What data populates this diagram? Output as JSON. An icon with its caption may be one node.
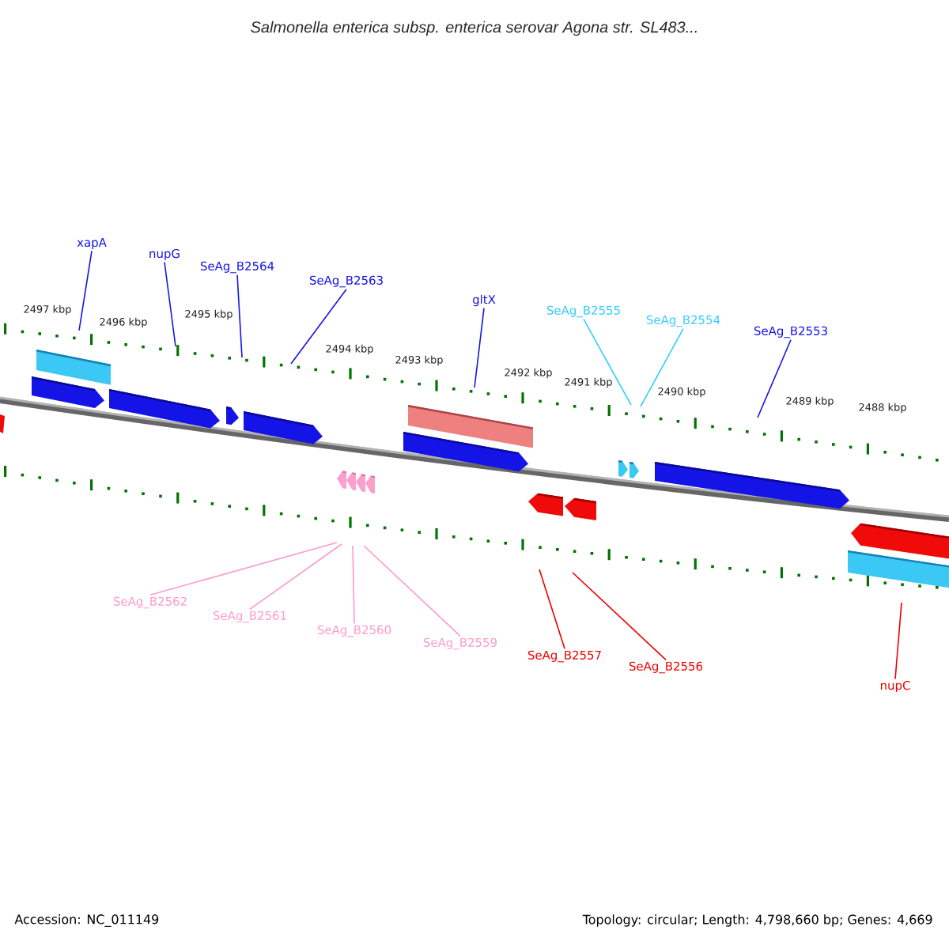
{
  "diagram": {
    "title": "Salmonella enterica subsp. enterica serovar Agona str. SL483...",
    "nodes": [
      {
        "text": [
          "xapA"
        ]
      },
      {
        "text": [
          "nupG"
        ]
      },
      {
        "text": [
          "SeAg_B2564"
        ]
      },
      {
        "text": [
          "SeAg_B2563"
        ]
      },
      {
        "text": [
          "gltX"
        ]
      },
      {
        "text": [
          "SeAg_B2555"
        ]
      },
      {
        "text": [
          "SeAg_B2554"
        ]
      },
      {
        "text": [
          "SeAg_B2553"
        ]
      },
      {
        "text": [
          "SeAg_B2562"
        ]
      },
      {
        "text": [
          "SeAg_B2561"
        ]
      },
      {
        "text": [
          "SeAg_B2560"
        ]
      },
      {
        "text": [
          "SeAg_B2559"
        ]
      },
      {
        "text": [
          "SeAg_B2557"
        ]
      },
      {
        "text": [
          "SeAg_B2556"
        ]
      },
      {
        "text": [
          "nupC"
        ]
      }
    ],
    "edges": [
      {
        "from": 0,
        "to": null,
        "arrow": "none"
      },
      {
        "from": 1,
        "to": null,
        "arrow": "none"
      },
      {
        "from": 2,
        "to": null,
        "arrow": "none"
      },
      {
        "from": 3,
        "to": null,
        "arrow": "none"
      },
      {
        "from": 4,
        "to": null,
        "arrow": "none"
      },
      {
        "from": 5,
        "to": null,
        "arrow": "none",
        "color": "#33ccff"
      },
      {
        "from": 6,
        "to": null,
        "arrow": "none",
        "color": "#33ccff"
      },
      {
        "from": 7,
        "to": null,
        "arrow": "none"
      },
      {
        "from": 8,
        "to": null,
        "arrow": "none",
        "color": "#ff99cc"
      },
      {
        "from": 9,
        "to": null,
        "arrow": "none",
        "color": "#ff99cc"
      },
      {
        "from": 10,
        "to": null,
        "arrow": "none",
        "color": "#ff99cc"
      },
      {
        "from": 11,
        "to": null,
        "arrow": "none",
        "color": "#ff99cc"
      },
      {
        "from": 12,
        "to": null,
        "arrow": "none",
        "color": "#ee0000"
      },
      {
        "from": 13,
        "to": null,
        "arrow": "none",
        "color": "#ee0000"
      },
      {
        "from": 14,
        "to": null,
        "arrow": "none",
        "color": "#ee0000"
      }
    ],
    "labels": [
      "2497 kbp",
      "2496 kbp",
      "2495 kbp",
      "2494 kbp",
      "2493 kbp",
      "2492 kbp",
      "2491 kbp",
      "2490 kbp",
      "2489 kbp",
      "2488 kbp",
      "Accession: NC_011149",
      "Topology: circular; Length: 4,798,660 bp; Genes: 4,669"
    ]
  }
}
